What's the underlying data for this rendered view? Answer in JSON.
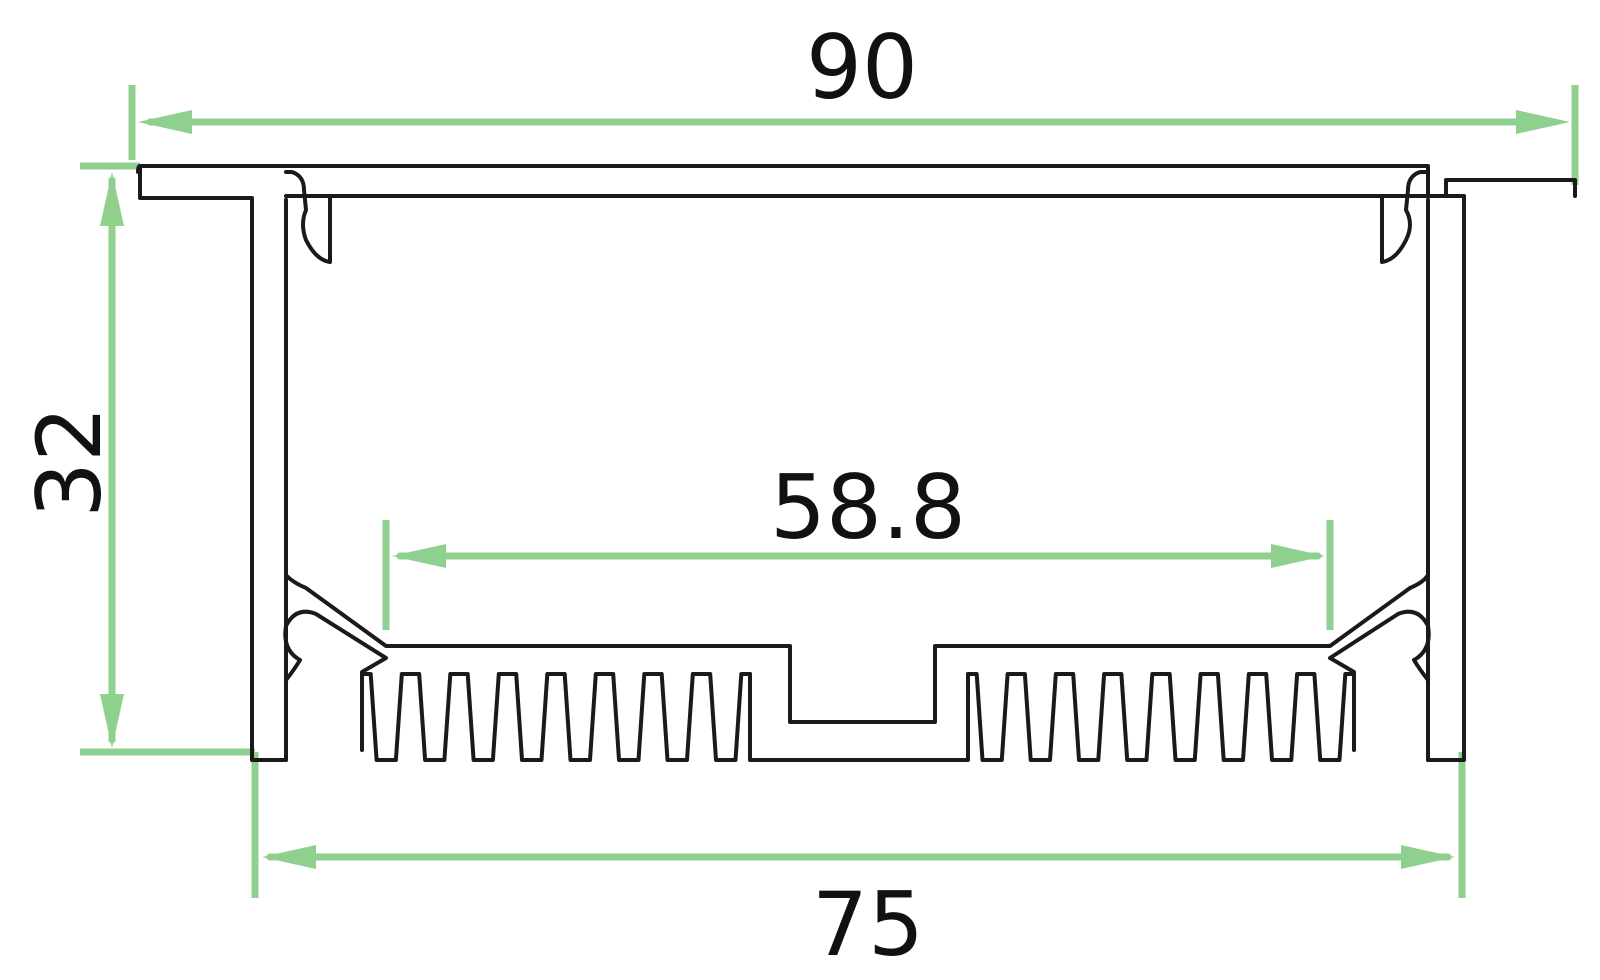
{
  "dimensions": {
    "overall_width": "90",
    "height": "32",
    "inner_width": "58.8",
    "base_width": "75"
  },
  "colors": {
    "dimension_lines": "#8fd08f",
    "profile_outline": "#1a1a1a",
    "text": "#111111"
  }
}
